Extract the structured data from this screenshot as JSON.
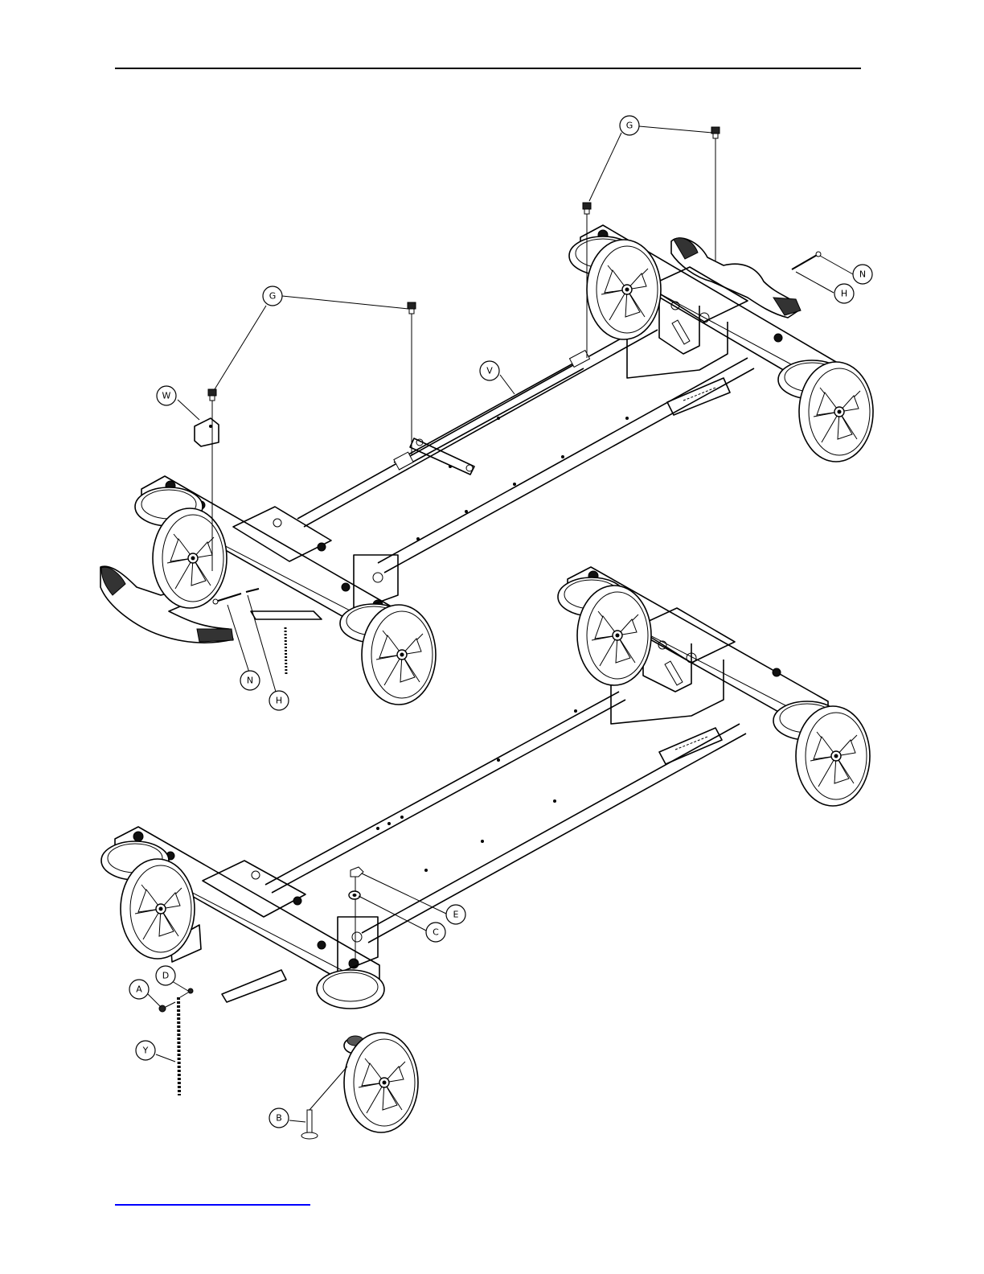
{
  "callouts": {
    "g1": "G",
    "g2": "G",
    "n1": "N",
    "h1": "H",
    "v": "V",
    "w": "W",
    "n2": "N",
    "h2": "H",
    "e": "E",
    "c": "C",
    "d": "D",
    "a": "A",
    "y": "Y",
    "b": "B"
  },
  "colors": {
    "line": "#000000",
    "footer_rule": "#0000ff"
  }
}
